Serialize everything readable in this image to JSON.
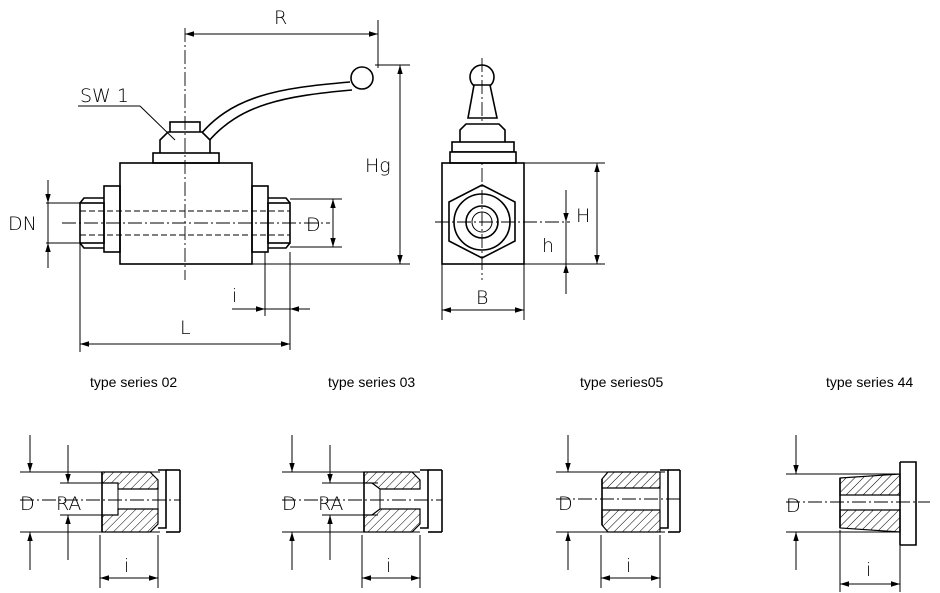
{
  "labels": {
    "R": "R",
    "SW": "SW 1",
    "Hg": "Hg",
    "DN": "DN",
    "D": "D",
    "i": "i",
    "L": "L",
    "H": "H",
    "h": "h",
    "B": "B",
    "RA": "RA"
  },
  "series": [
    {
      "caption": "type series 02"
    },
    {
      "caption": "type series 03"
    },
    {
      "caption": "type series05"
    },
    {
      "caption": "type series 44"
    }
  ]
}
